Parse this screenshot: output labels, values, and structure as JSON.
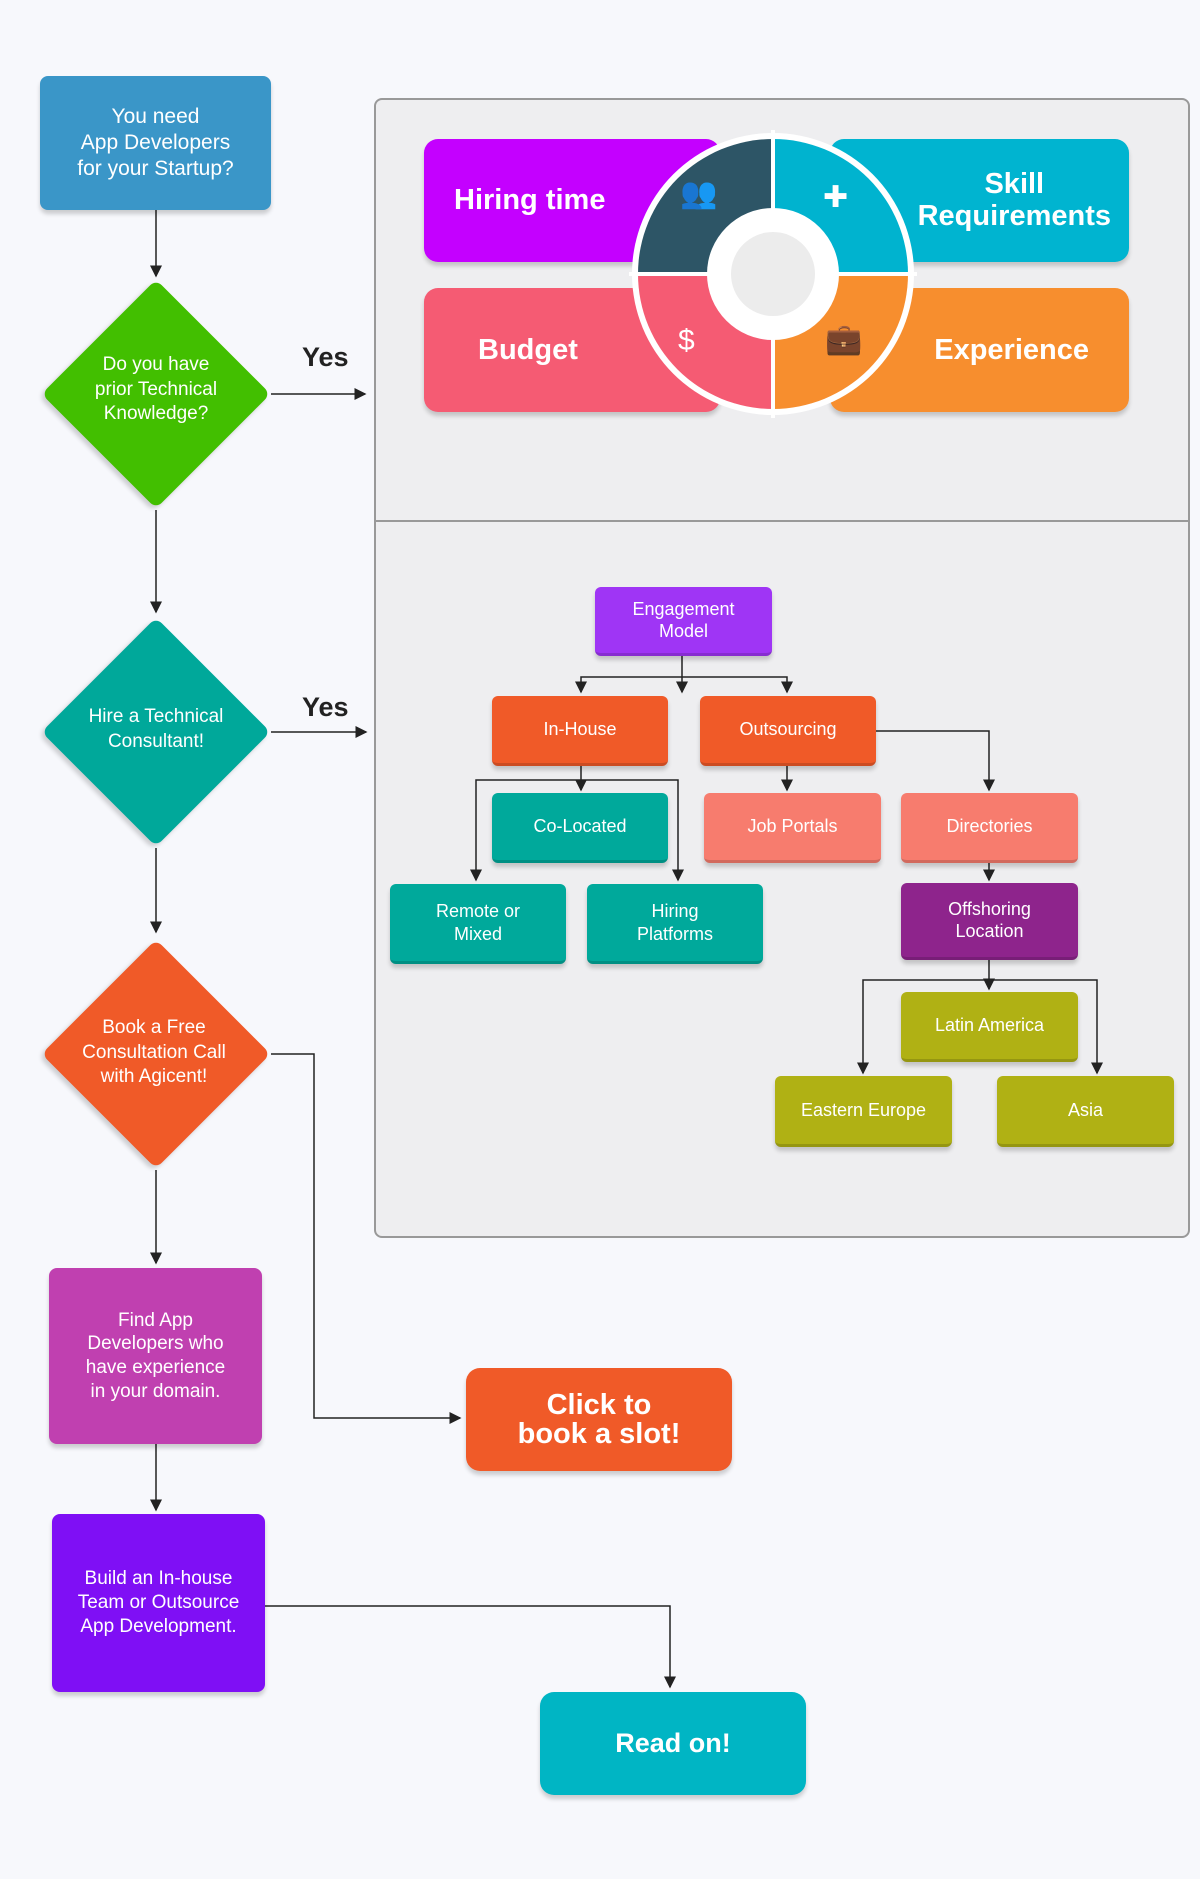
{
  "flow": {
    "start": "You need\nApp Developers\nfor your Startup?",
    "q1": "Do you have\nprior Technical\nKnowledge?",
    "q2": "Hire a Technical\nConsultant!",
    "q3": "Book a Free\nConsultation Call\nwith Agicent!",
    "find": "Find App\nDevelopers who\nhave experience\nin your domain.",
    "build": "Build an In-house\nTeam or Outsource\nApp Development.",
    "yes1": "Yes",
    "yes2": "Yes",
    "cta_book": "Click to\nbook a slot!",
    "cta_read": "Read on!"
  },
  "factors": {
    "hiring": "Hiring time",
    "skill": "Skill\nRequirements",
    "budget": "Budget",
    "experience": "Experience"
  },
  "tree": {
    "engagement": "Engagement\nModel",
    "inhouse": "In-House",
    "outsourcing": "Outsourcing",
    "colocated": "Co-Located",
    "remote": "Remote or\nMixed",
    "hiringplatforms": "Hiring\nPlatforms",
    "jobportals": "Job Portals",
    "directories": "Directories",
    "offshoring": "Offshoring\nLocation",
    "latam": "Latin America",
    "easterneurope": "Eastern Europe",
    "asia": "Asia"
  }
}
